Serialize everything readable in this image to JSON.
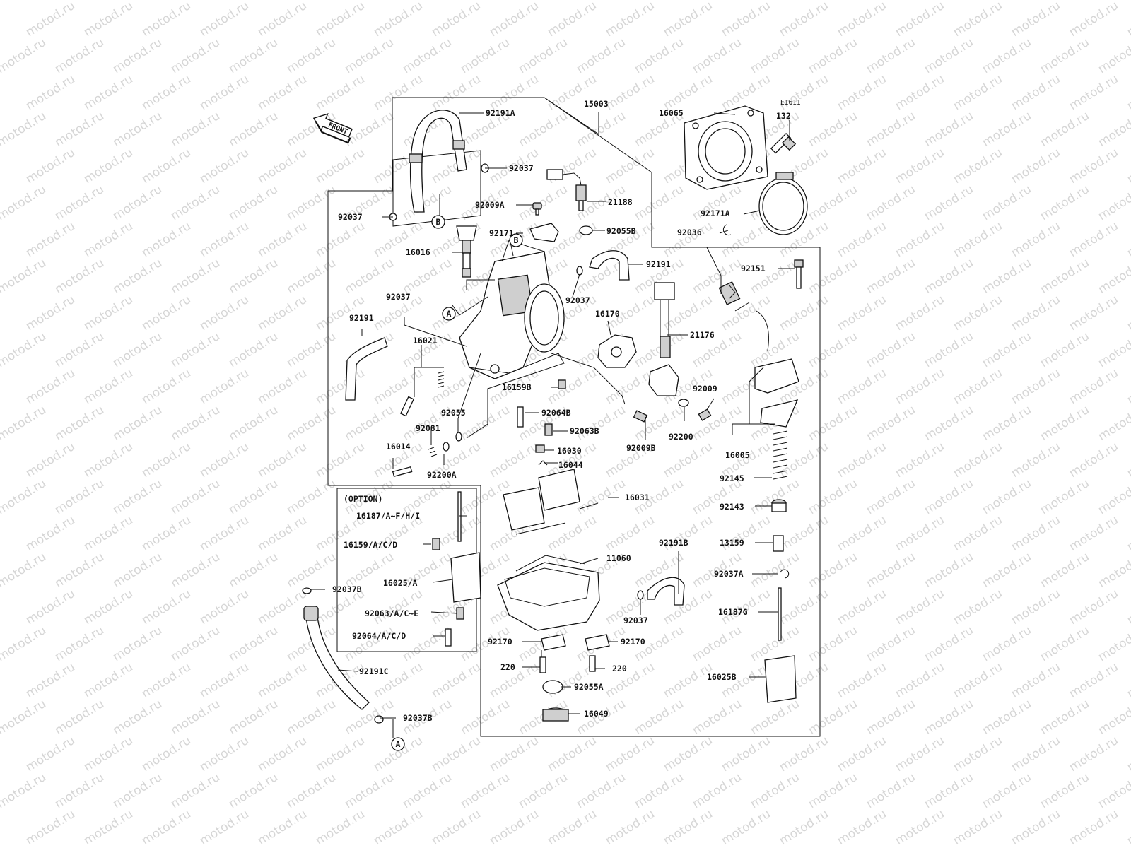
{
  "watermark": "motod.ru",
  "front_label": "FRONT",
  "code": "E1611",
  "option_label": "(OPTION)",
  "callouts": {
    "a": "A",
    "b": "B"
  },
  "labels": {
    "p92191A": "92191A",
    "p15003": "15003",
    "p16065": "16065",
    "p132": "132",
    "p92037_1": "92037",
    "p92009A": "92009A",
    "p21188": "21188",
    "p92037_2": "92037",
    "p92171A": "92171A",
    "p92171": "92171",
    "p92055B": "92055B",
    "p92036": "92036",
    "p16016": "16016",
    "p92191_1": "92191",
    "p92151": "92151",
    "p92037_3": "92037",
    "p92037_4": "92037",
    "p16170": "16170",
    "p92191_2": "92191",
    "p21176": "21176",
    "p16021": "16021",
    "p16159B": "16159B",
    "p92009": "92009",
    "p92055": "92055",
    "p92064B": "92064B",
    "p92081": "92081",
    "p92063B": "92063B",
    "p92200": "92200",
    "p16005": "16005",
    "p16014": "16014",
    "p92009B": "92009B",
    "p16030": "16030",
    "p92200A": "92200A",
    "p16044": "16044",
    "p92145": "92145",
    "p16031": "16031",
    "p16187AFHI": "16187/A~F/H/I",
    "p92143": "92143",
    "p16159ACD": "16159/A/C/D",
    "p92191B": "92191B",
    "p13159": "13159",
    "p11060": "11060",
    "p16025A": "16025/A",
    "p92037A": "92037A",
    "p92037B_1": "92037B",
    "p92037_5": "92037",
    "p16187G": "16187G",
    "p92063ACE": "92063/A/C~E",
    "p92064ACD": "92064/A/C/D",
    "p92170_1": "92170",
    "p92170_2": "92170",
    "p220_1": "220",
    "p220_2": "220",
    "p92191C": "92191C",
    "p16025B": "16025B",
    "p92055A": "92055A",
    "p16049": "16049",
    "p92037B_2": "92037B"
  }
}
